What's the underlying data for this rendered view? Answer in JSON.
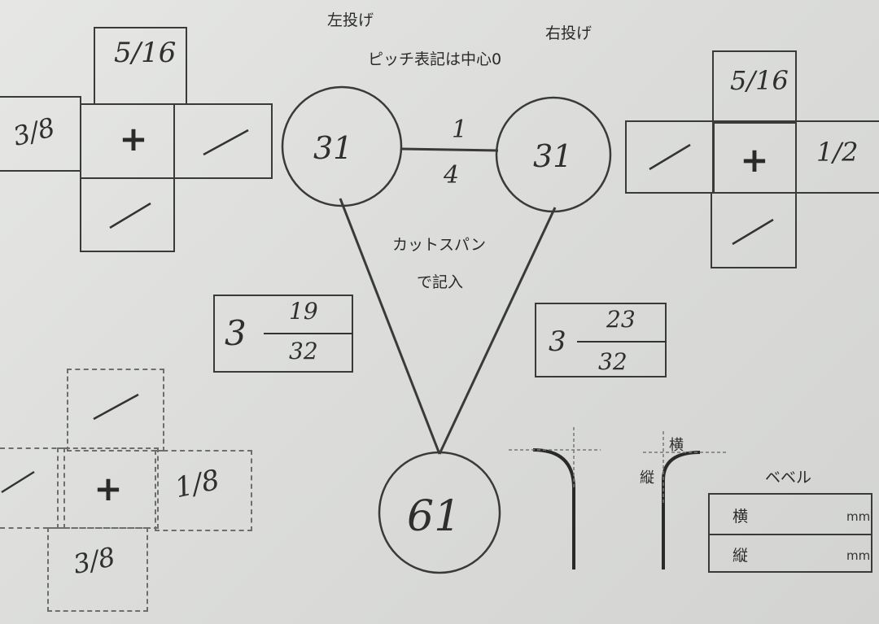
{
  "header": {
    "left_throw": "左投げ",
    "right_throw": "右投げ",
    "pitch_note": "ピッチ表記は中心0"
  },
  "center": {
    "cut_span_line1": "カットスパン",
    "cut_span_line2": "で記入",
    "bridge_top": "1",
    "bridge_bottom": "4"
  },
  "holes": {
    "left_finger": "31",
    "right_finger": "31",
    "thumb": "61"
  },
  "left_pitch_grid": {
    "top": "5/16",
    "left": "3/8",
    "center": "+"
  },
  "right_pitch_grid": {
    "top": "5/16",
    "right": "1/2",
    "center": "+"
  },
  "lower_left_grid": {
    "right": "1/8",
    "bottom": "3/8",
    "center": "+"
  },
  "span_left": {
    "whole": "3",
    "numerator": "19",
    "denominator": "32"
  },
  "span_right": {
    "whole": "3",
    "numerator": "23",
    "denominator": "32"
  },
  "bevel": {
    "title": "ベベル",
    "yoko_label": "横",
    "tate_label": "縦",
    "row_yoko": "横",
    "row_tate": "縦",
    "unit": "mm"
  }
}
